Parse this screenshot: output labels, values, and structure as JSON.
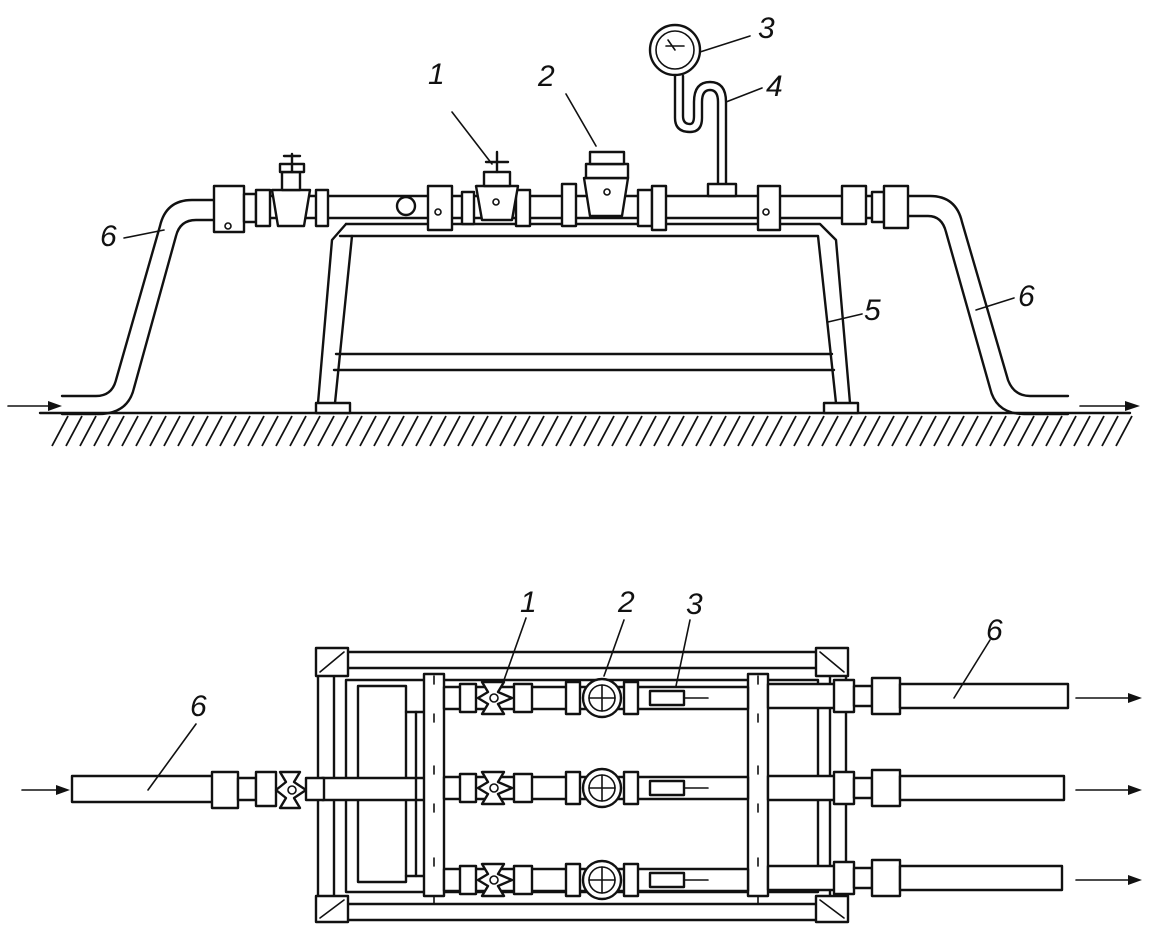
{
  "elevation": {
    "labels": [
      {
        "id": "valve",
        "text": "1"
      },
      {
        "id": "meter",
        "text": "2"
      },
      {
        "id": "gauge",
        "text": "3"
      },
      {
        "id": "siphon",
        "text": "4"
      },
      {
        "id": "frame",
        "text": "5"
      },
      {
        "id": "hose-left",
        "text": "6"
      },
      {
        "id": "hose-right",
        "text": "6"
      }
    ]
  },
  "plan": {
    "labels": [
      {
        "id": "valve",
        "text": "1"
      },
      {
        "id": "meter",
        "text": "2"
      },
      {
        "id": "gauge",
        "text": "3"
      },
      {
        "id": "hose-left",
        "text": "6"
      },
      {
        "id": "hose-right",
        "text": "6"
      }
    ]
  }
}
